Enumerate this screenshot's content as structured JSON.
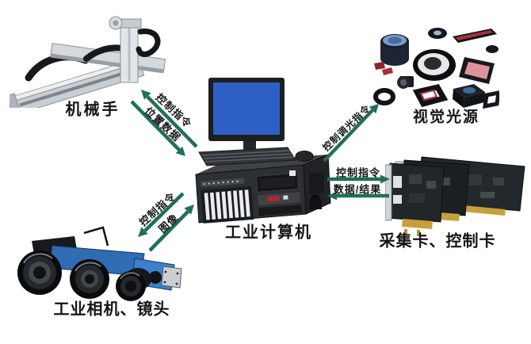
{
  "nodes": {
    "robot": {
      "label": "机械手"
    },
    "light_source": {
      "label": "视觉光源"
    },
    "computer": {
      "label": "工业计算机"
    },
    "camera": {
      "label": "工业相机、镜头"
    },
    "capture_card": {
      "label": "采集卡、控制卡"
    }
  },
  "arrows": {
    "computer_to_robot": {
      "label": "控制指令",
      "direction": "computer to robot"
    },
    "robot_to_computer": {
      "label": "位置数据",
      "direction": "robot to computer"
    },
    "computer_to_light": {
      "label": "控制调光指令",
      "direction": "computer to light source"
    },
    "computer_to_camera": {
      "label": "控制指令",
      "direction": "computer to camera"
    },
    "camera_to_computer": {
      "label": "图像",
      "direction": "camera to computer"
    },
    "computer_to_card": {
      "label": "控制指令",
      "direction": "computer to card"
    },
    "card_to_computer": {
      "label": "数据/结果",
      "direction": "card to computer"
    }
  },
  "colors": {
    "arrow": "#1f6f5b",
    "screen_blue": "#2e5fc4",
    "camera_blue": "#2e6db4",
    "panel_pink": "#e0929c",
    "label_text": "#151515"
  }
}
